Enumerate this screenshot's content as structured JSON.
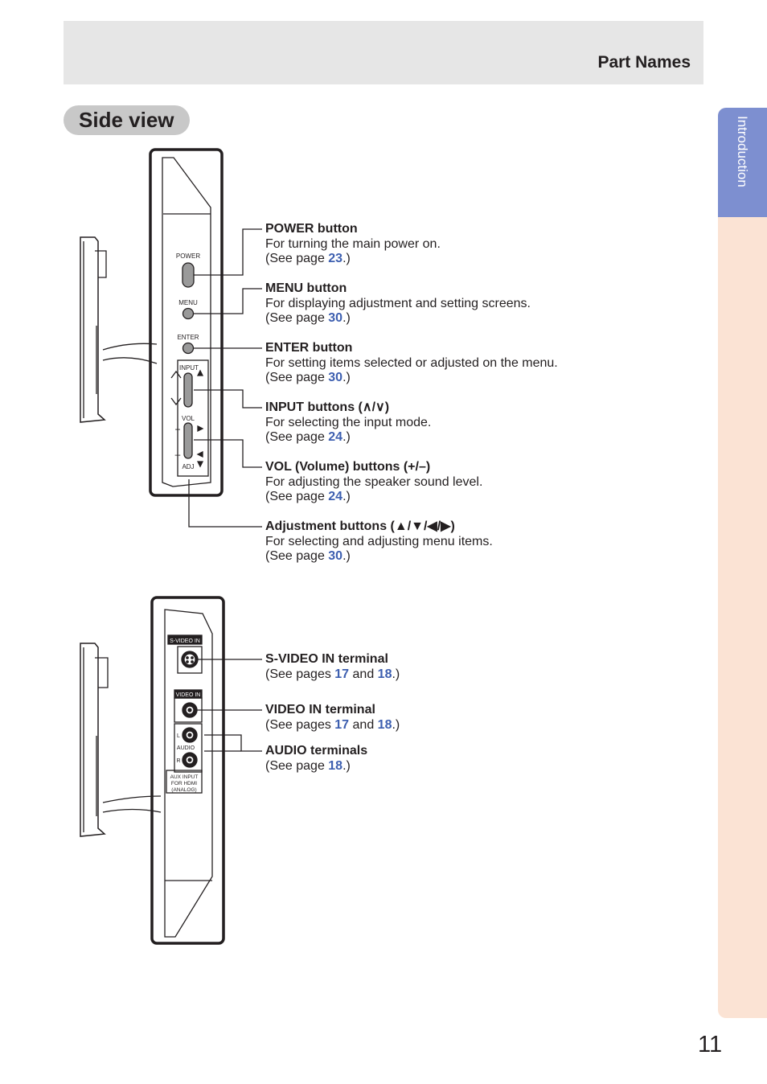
{
  "header": {
    "section": "Part Names"
  },
  "heading": "Side view",
  "side_tab": "Introduction",
  "page_number": "11",
  "panel_labels": {
    "power": "POWER",
    "menu": "MENU",
    "enter": "ENTER",
    "input": "INPUT",
    "vol": "VOL",
    "adj": "ADJ",
    "plus": "+",
    "minus": "–",
    "up": "∧",
    "down": "∨",
    "svideo": "S-VIDEO IN",
    "video": "VIDEO IN",
    "l": "L",
    "audio": "AUDIO",
    "r": "R",
    "aux1": "AUX INPUT",
    "aux2": "FOR HDMI",
    "aux3": "(ANALOG)"
  },
  "callouts": {
    "power": {
      "title": "POWER button",
      "desc": "For turning the main power on.",
      "pre": "(See page ",
      "p1": "23",
      "post": ".)"
    },
    "menu": {
      "title": "MENU button",
      "desc": "For displaying adjustment and setting screens.",
      "pre": "(See page ",
      "p1": "30",
      "post": ".)"
    },
    "enter": {
      "title": "ENTER button",
      "desc": "For setting items selected or adjusted on the menu.",
      "pre": "(See page ",
      "p1": "30",
      "post": ".)"
    },
    "input": {
      "title": "INPUT buttons (∧/∨)",
      "desc": "For selecting the input mode.",
      "pre": "(See page ",
      "p1": "24",
      "post": ".)"
    },
    "vol": {
      "title": "VOL (Volume) buttons (+/–)",
      "desc": "For adjusting the speaker sound level.",
      "pre": "(See page ",
      "p1": "24",
      "post": ".)"
    },
    "adj": {
      "title": "Adjustment buttons (▲/▼/◀/▶)",
      "desc": "For selecting and adjusting menu items.",
      "pre": "(See page ",
      "p1": "30",
      "post": ".)"
    },
    "svideo": {
      "title": "S-VIDEO IN terminal",
      "pre": "(See pages ",
      "p1": "17",
      "mid": " and ",
      "p2": "18",
      "post": ".)"
    },
    "video": {
      "title": "VIDEO IN terminal",
      "pre": "(See pages ",
      "p1": "17",
      "mid": " and ",
      "p2": "18",
      "post": ".)"
    },
    "audio": {
      "title": "AUDIO terminals",
      "pre": "(See page ",
      "p1": "18",
      "post": ".)"
    }
  },
  "colors": {
    "link": "#3d5fb0",
    "tab": "#7d8fd0",
    "tab_bg": "#fbe3d4",
    "header_bg": "#e6e6e6",
    "pill": "#c8c8c8"
  }
}
